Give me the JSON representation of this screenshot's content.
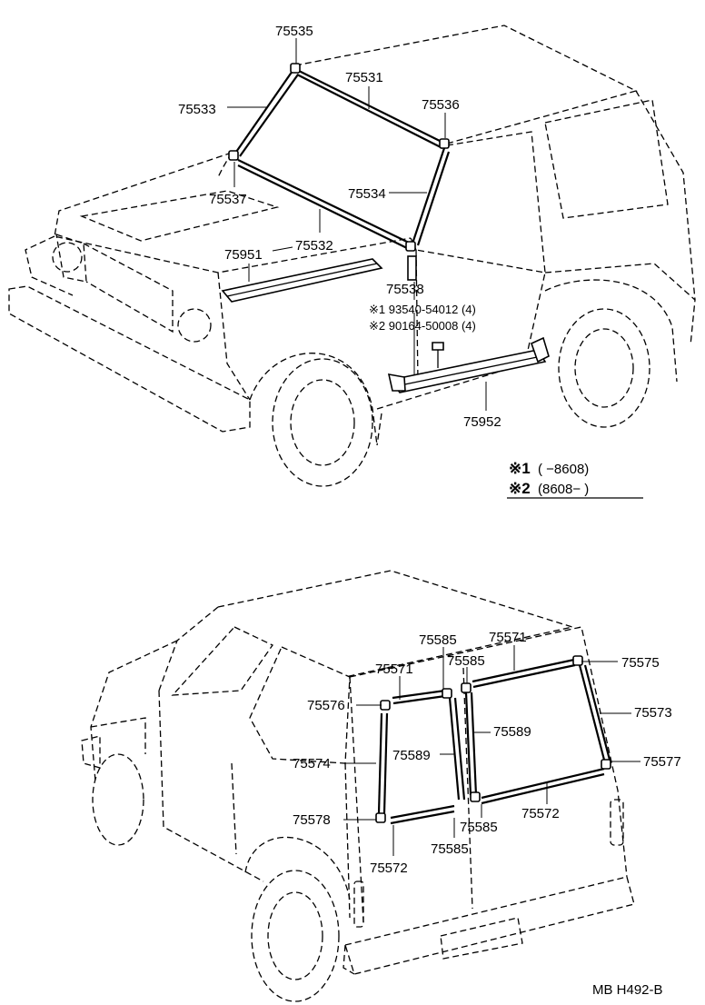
{
  "front_view": {
    "labels": {
      "p75535": "75535",
      "p75531": "75531",
      "p75533": "75533",
      "p75536": "75536",
      "p75534": "75534",
      "p75537": "75537",
      "p75532": "75532",
      "p75951": "75951",
      "p75538": "75538",
      "bolt1": "※1 93540-54012 (4)",
      "bolt2": "※2 90164-50008 (4)",
      "p75952": "75952"
    }
  },
  "legend": {
    "row1_mark": "※1",
    "row1_range": "(        −8608)",
    "row2_mark": "※2",
    "row2_range": "(8608−         )"
  },
  "rear_view": {
    "labels": {
      "p75585_top": "75585",
      "p75571_right": "75571",
      "p75571_left": "75571",
      "p75585_mid": "75585",
      "p75575": "75575",
      "p75576": "75576",
      "p75573": "75573",
      "p75589_right": "75589",
      "p75574": "75574",
      "p75589_left": "75589",
      "p75577": "75577",
      "p75578": "75578",
      "p75585_low": "75585",
      "p75572_right": "75572",
      "p75585_bottom": "75585",
      "p75572_left": "75572"
    }
  },
  "footer": {
    "code": "MB  H492-B"
  }
}
